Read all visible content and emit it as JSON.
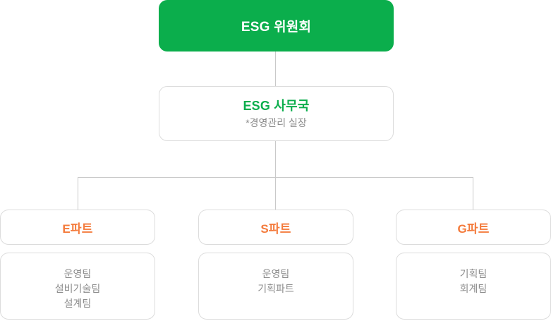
{
  "colors": {
    "brand_green": "#0bae4c",
    "accent_orange": "#f47b3c",
    "muted_gray": "#8c8c8c",
    "border_gray": "#dcdcdc",
    "line_gray": "#c9c9c9",
    "white": "#ffffff"
  },
  "chart": {
    "type": "org-chart",
    "root": {
      "label": "ESG 위원회"
    },
    "office": {
      "title": "ESG 사무국",
      "subtitle": "*경영관리 실장"
    },
    "parts": [
      {
        "key": "e",
        "label": "E파트",
        "teams": [
          "운영팀",
          "설비기술팀",
          "설계팀"
        ]
      },
      {
        "key": "s",
        "label": "S파트",
        "teams": [
          "운영팀",
          "기획파트"
        ]
      },
      {
        "key": "g",
        "label": "G파트",
        "teams": [
          "기획팀",
          "회계팀"
        ]
      }
    ]
  }
}
